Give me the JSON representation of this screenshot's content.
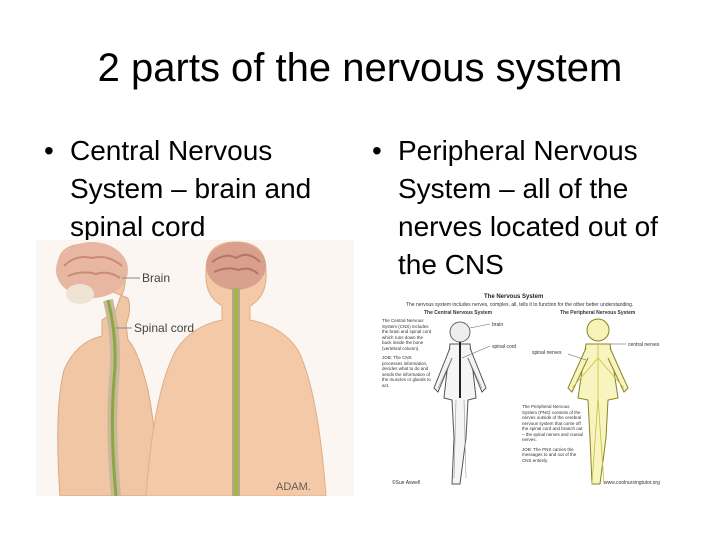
{
  "slide": {
    "title": "2 parts of the nervous system",
    "left_bullet": {
      "marker": "•",
      "text": "Central Nervous System – brain and spinal cord"
    },
    "right_bullet": {
      "marker": "•",
      "text": "Peripheral Nervous System – all of the nerves located out of the CNS"
    }
  },
  "left_figure": {
    "label_brain": "Brain",
    "label_spinal_cord": "Spinal cord",
    "watermark": "ADAM."
  },
  "right_figure": {
    "title": "The Nervous System",
    "caption_top": "The nervous system includes nerves, complex, all, tells it to function for the other better understanding.",
    "cns_heading": "The Central Nervous System",
    "pns_heading": "The Peripheral Nervous System",
    "cns_desc": "The Central Nervous System (CNS) includes the brain and spinal cord which runs down the back inside the bone (vertebral column).",
    "cns_job": "JOB: The CNS processes information, decides what to do and sends the information of the muscles or glands to act.",
    "pns_desc": "The Peripheral Nervous System (PNS) consists of the nerves outside of the cerebral nervous system that come off the spinal cord and branch out – the spinal nerves and cranial nerves.",
    "pns_job": "JOB: The PNS carries the messages to and out of the CNS entirely.",
    "label_brain": "brain",
    "label_spinal_cord": "spinal cord",
    "label_spinal_nerves": "spinal nerves",
    "label_central_nerves": "central nerves",
    "footer_left": "©Sue Aswell",
    "footer_right": "www.coolnursingtutor.org"
  }
}
